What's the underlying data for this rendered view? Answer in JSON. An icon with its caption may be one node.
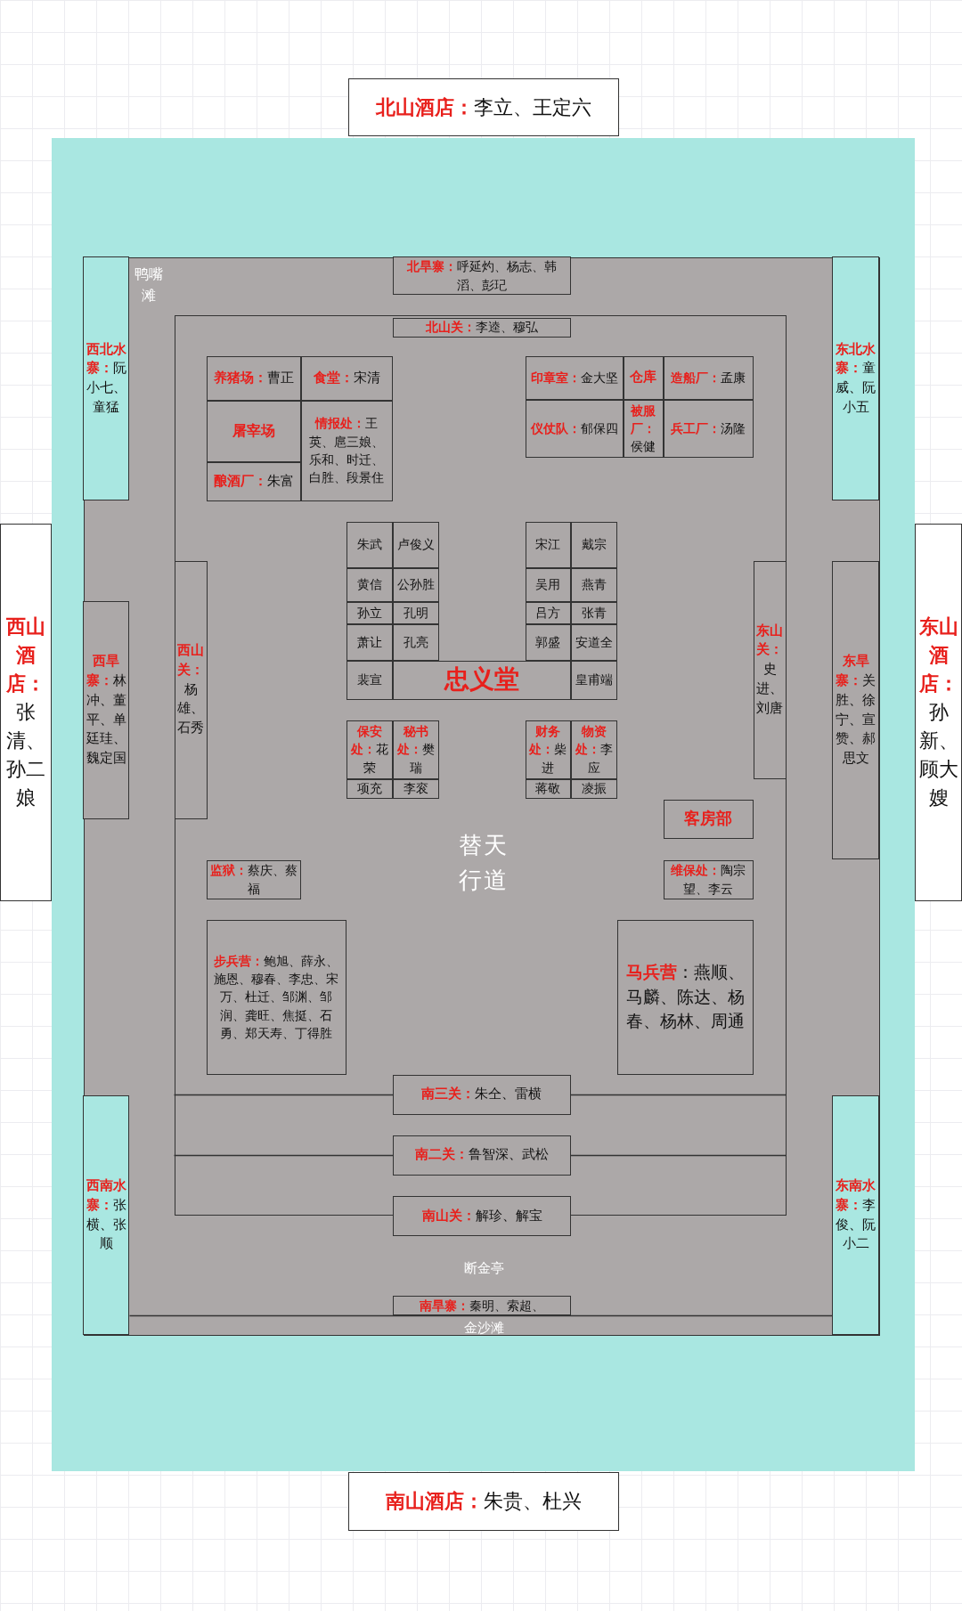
{
  "diagram": {
    "nodes": [
      {
        "text": [
          "北山酒店：",
          "李立、王定六"
        ]
      },
      {
        "text": [
          "西山酒店：",
          "张清、孙二娘"
        ]
      },
      {
        "text": [
          "东山酒店：",
          "孙新、顾大嫂"
        ]
      },
      {
        "text": [],
        "shape": "box"
      },
      {
        "text": [],
        "shape": "box",
        "in": 3
      },
      {
        "text": [
          "西北水寨：",
          "阮小七、童猛"
        ],
        "in": 4
      },
      {
        "text": [
          "北旱寨：",
          "呼延灼、杨志、韩滔、彭玘"
        ],
        "in": 4
      },
      {
        "text": [
          "东北水寨：",
          "童威、阮小五"
        ],
        "in": 4
      },
      {
        "text": [],
        "shape": "box",
        "in": 4
      },
      {
        "text": [
          "北山关：",
          "李逵、穆弘"
        ],
        "in": 8
      },
      {
        "text": [
          "养猪场：",
          "曹正"
        ],
        "in": 8
      },
      {
        "text": [
          "食堂：",
          "宋清"
        ],
        "in": 8
      },
      {
        "text": [
          "屠宰场"
        ],
        "in": 8
      },
      {
        "text": [
          "情报处：",
          "王英、扈三娘、乐和、时迁、白胜、段景住"
        ],
        "in": 8
      },
      {
        "text": [
          "酿酒厂：",
          "朱富"
        ],
        "in": 8
      },
      {
        "text": [
          "印章室：",
          "金大坚"
        ],
        "in": 8
      },
      {
        "text": [
          "仓库"
        ],
        "in": 8
      },
      {
        "text": [
          "造船厂：",
          "孟康"
        ],
        "in": 8
      },
      {
        "text": [
          "仪仗队：",
          "郁保四"
        ],
        "in": 8
      },
      {
        "text": [
          "被服厂：",
          "侯健"
        ],
        "in": 8
      },
      {
        "text": [
          "兵工厂：",
          "汤隆"
        ],
        "in": 8
      },
      {
        "text": [
          "西山关：",
          "杨雄、石秀"
        ],
        "in": 8
      },
      {
        "text": [
          "东山关：",
          "史进、刘唐"
        ],
        "in": 8
      },
      {
        "text": [
          "西旱寨：",
          "林冲、董平、单廷珪、魏定国"
        ],
        "in": 4
      },
      {
        "text": [
          "东旱寨：",
          "关胜、徐宁、宣赞、郝思文"
        ],
        "in": 4
      },
      {
        "text": [
          "朱武"
        ],
        "in": 8
      },
      {
        "text": [
          "卢俊义"
        ],
        "in": 8
      },
      {
        "text": [
          "宋江"
        ],
        "in": 8
      },
      {
        "text": [
          "戴宗"
        ],
        "in": 8
      },
      {
        "text": [
          "黄信"
        ],
        "in": 8
      },
      {
        "text": [
          "公孙胜"
        ],
        "in": 8
      },
      {
        "text": [
          "吴用"
        ],
        "in": 8
      },
      {
        "text": [
          "燕青"
        ],
        "in": 8
      },
      {
        "text": [
          "孙立"
        ],
        "in": 8
      },
      {
        "text": [
          "孔明"
        ],
        "in": 8
      },
      {
        "text": [
          "吕方"
        ],
        "in": 8
      },
      {
        "text": [
          "张青"
        ],
        "in": 8
      },
      {
        "text": [
          "萧让"
        ],
        "in": 8
      },
      {
        "text": [
          "孔亮"
        ],
        "in": 8
      },
      {
        "text": [
          "郭盛"
        ],
        "in": 8
      },
      {
        "text": [
          "安道全"
        ],
        "in": 8
      },
      {
        "text": [
          "裴宣"
        ],
        "in": 8
      },
      {
        "text": [
          "忠义堂"
        ],
        "in": 8
      },
      {
        "text": [
          "皇甫端"
        ],
        "in": 8
      },
      {
        "text": [
          "保安处：",
          "花荣"
        ],
        "in": 8
      },
      {
        "text": [
          "秘书处：",
          "樊瑞"
        ],
        "in": 8
      },
      {
        "text": [
          "财务处：",
          "柴进"
        ],
        "in": 8
      },
      {
        "text": [
          "物资处：",
          "李应"
        ],
        "in": 8
      },
      {
        "text": [
          "项充"
        ],
        "in": 8
      },
      {
        "text": [
          "李衮"
        ],
        "in": 8
      },
      {
        "text": [
          "蒋敬"
        ],
        "in": 8
      },
      {
        "text": [
          "凌振"
        ],
        "in": 8
      },
      {
        "text": [
          "客房部"
        ],
        "in": 8
      },
      {
        "text": [
          "监狱：",
          "蔡庆、蔡福"
        ],
        "in": 8
      },
      {
        "text": [
          "维保处：",
          "陶宗望、李云"
        ],
        "in": 8
      },
      {
        "text": [
          "步兵营：",
          "鲍旭、薛永、施恩、穆春、李忠、宋万、杜迁、邹渊、邹润、龚旺、焦挺、石勇、郑天寿、丁得胜"
        ],
        "in": 8
      },
      {
        "text": [
          "马兵营",
          "：燕顺、马麟、陈达、杨春、杨林、周通"
        ],
        "in": 8
      },
      {
        "text": [
          "南三关：",
          "朱仝、雷横"
        ],
        "in": 8
      },
      {
        "text": [
          "南二关：",
          "鲁智深、武松"
        ],
        "in": 8
      },
      {
        "text": [
          "南山关：",
          "解珍、解宝"
        ],
        "in": 4
      },
      {
        "text": [
          "西南水寨：",
          "张横、张顺"
        ],
        "in": 4
      },
      {
        "text": [
          "东南水寨：",
          "李俊、阮小二"
        ],
        "in": 4
      },
      {
        "text": [
          "南旱寨：",
          "秦明、索超、"
        ],
        "in": 4
      },
      {
        "text": [
          "南山酒店：",
          "朱贵、杜兴"
        ]
      }
    ],
    "labels": [
      "鸭嘴滩",
      "替天行道",
      "断金亭",
      "金沙滩"
    ]
  }
}
